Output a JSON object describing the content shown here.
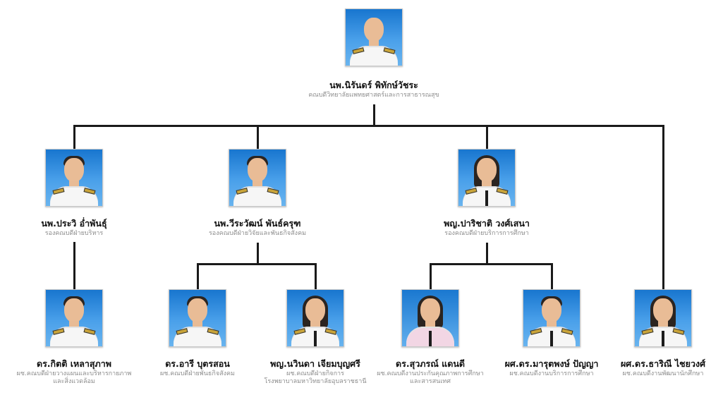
{
  "chart": {
    "dean": {
      "name": "นพ.นิรันดร์ พิทักษ์วัชระ",
      "title": "คณบดีวิทยาลัยแพทยศาสตร์และการสาธารณสุข",
      "photo_icon": "portrait-bald-man-photo"
    },
    "vice_deans": [
      {
        "name": "นพ.ประวิ อ่ำพันธุ์",
        "title": "รองคณบดีฝ่ายบริหาร",
        "photo_icon": "portrait-man-photo"
      },
      {
        "name": "นพ.วีระวัฒน์ พันธ์ครุฑ",
        "title": "รองคณบดีฝ่ายวิจัยและพันธกิจสังคม",
        "photo_icon": "portrait-man-photo"
      },
      {
        "name": "พญ.ปาริชาติ วงศ์เสนา",
        "title": "รองคณบดีฝ่ายบริการการศึกษา",
        "photo_icon": "portrait-woman-photo"
      }
    ],
    "assistants": [
      {
        "name": "ดร.กิตติ เหลาสุภาพ",
        "title": "ผช.คณบดีฝ่ายวางแผนและบริหารกายภาพ\nและสิ่งแวดล้อม",
        "photo_icon": "portrait-man-glasses-photo"
      },
      {
        "name": "ดร.อารี บุตรสอน",
        "title": "ผช.คณบดีฝ่ายพันธกิจสังคม",
        "photo_icon": "portrait-man-photo"
      },
      {
        "name": "พญ.นวินดา เจียมบุญศรี",
        "title": "ผช.คณบดีฝ่ายกิจการ\nโรงพยาบาลมหาวิทยาลัยอุบลราชธานี",
        "photo_icon": "portrait-woman-photo"
      },
      {
        "name": "ดร.สุวภรณ์ แดนดี",
        "title": "ผช.คณบดีงานประกันคุณภาพการศึกษา\nและสารสนเทศ",
        "photo_icon": "portrait-woman-photo"
      },
      {
        "name": "ผศ.ดร.มารุตพงษ์ ปัญญา",
        "title": "ผช.คณบดีงานบริการการศึกษา",
        "photo_icon": "portrait-man-photo"
      },
      {
        "name": "ผศ.ดร.ธาริณี ไชยวงศ์",
        "title": "ผช.คณบดีงานพัฒนานักศึกษา",
        "photo_icon": "portrait-woman-photo"
      }
    ]
  },
  "colors": {
    "line": "#1a1a1a",
    "name_text": "#111111",
    "title_text": "#8c8c8c",
    "photo_background": "#3d95e6"
  }
}
